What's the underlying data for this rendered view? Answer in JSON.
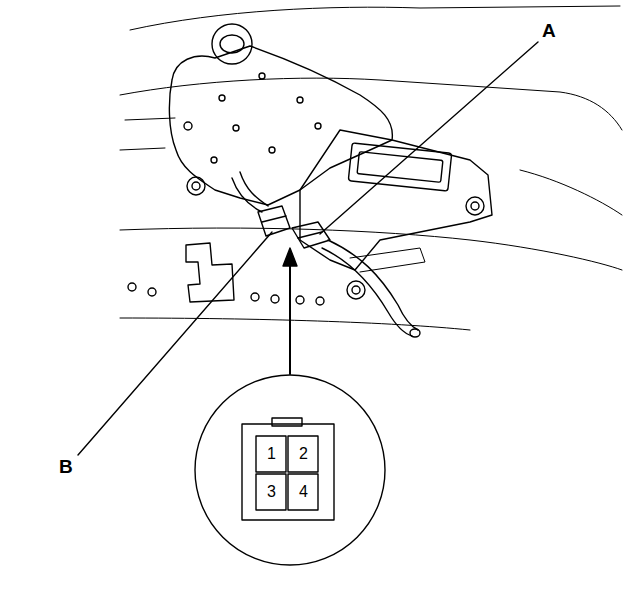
{
  "diagram": {
    "labels": [
      "A",
      "B",
      "1",
      "2",
      "3",
      "4"
    ]
  }
}
